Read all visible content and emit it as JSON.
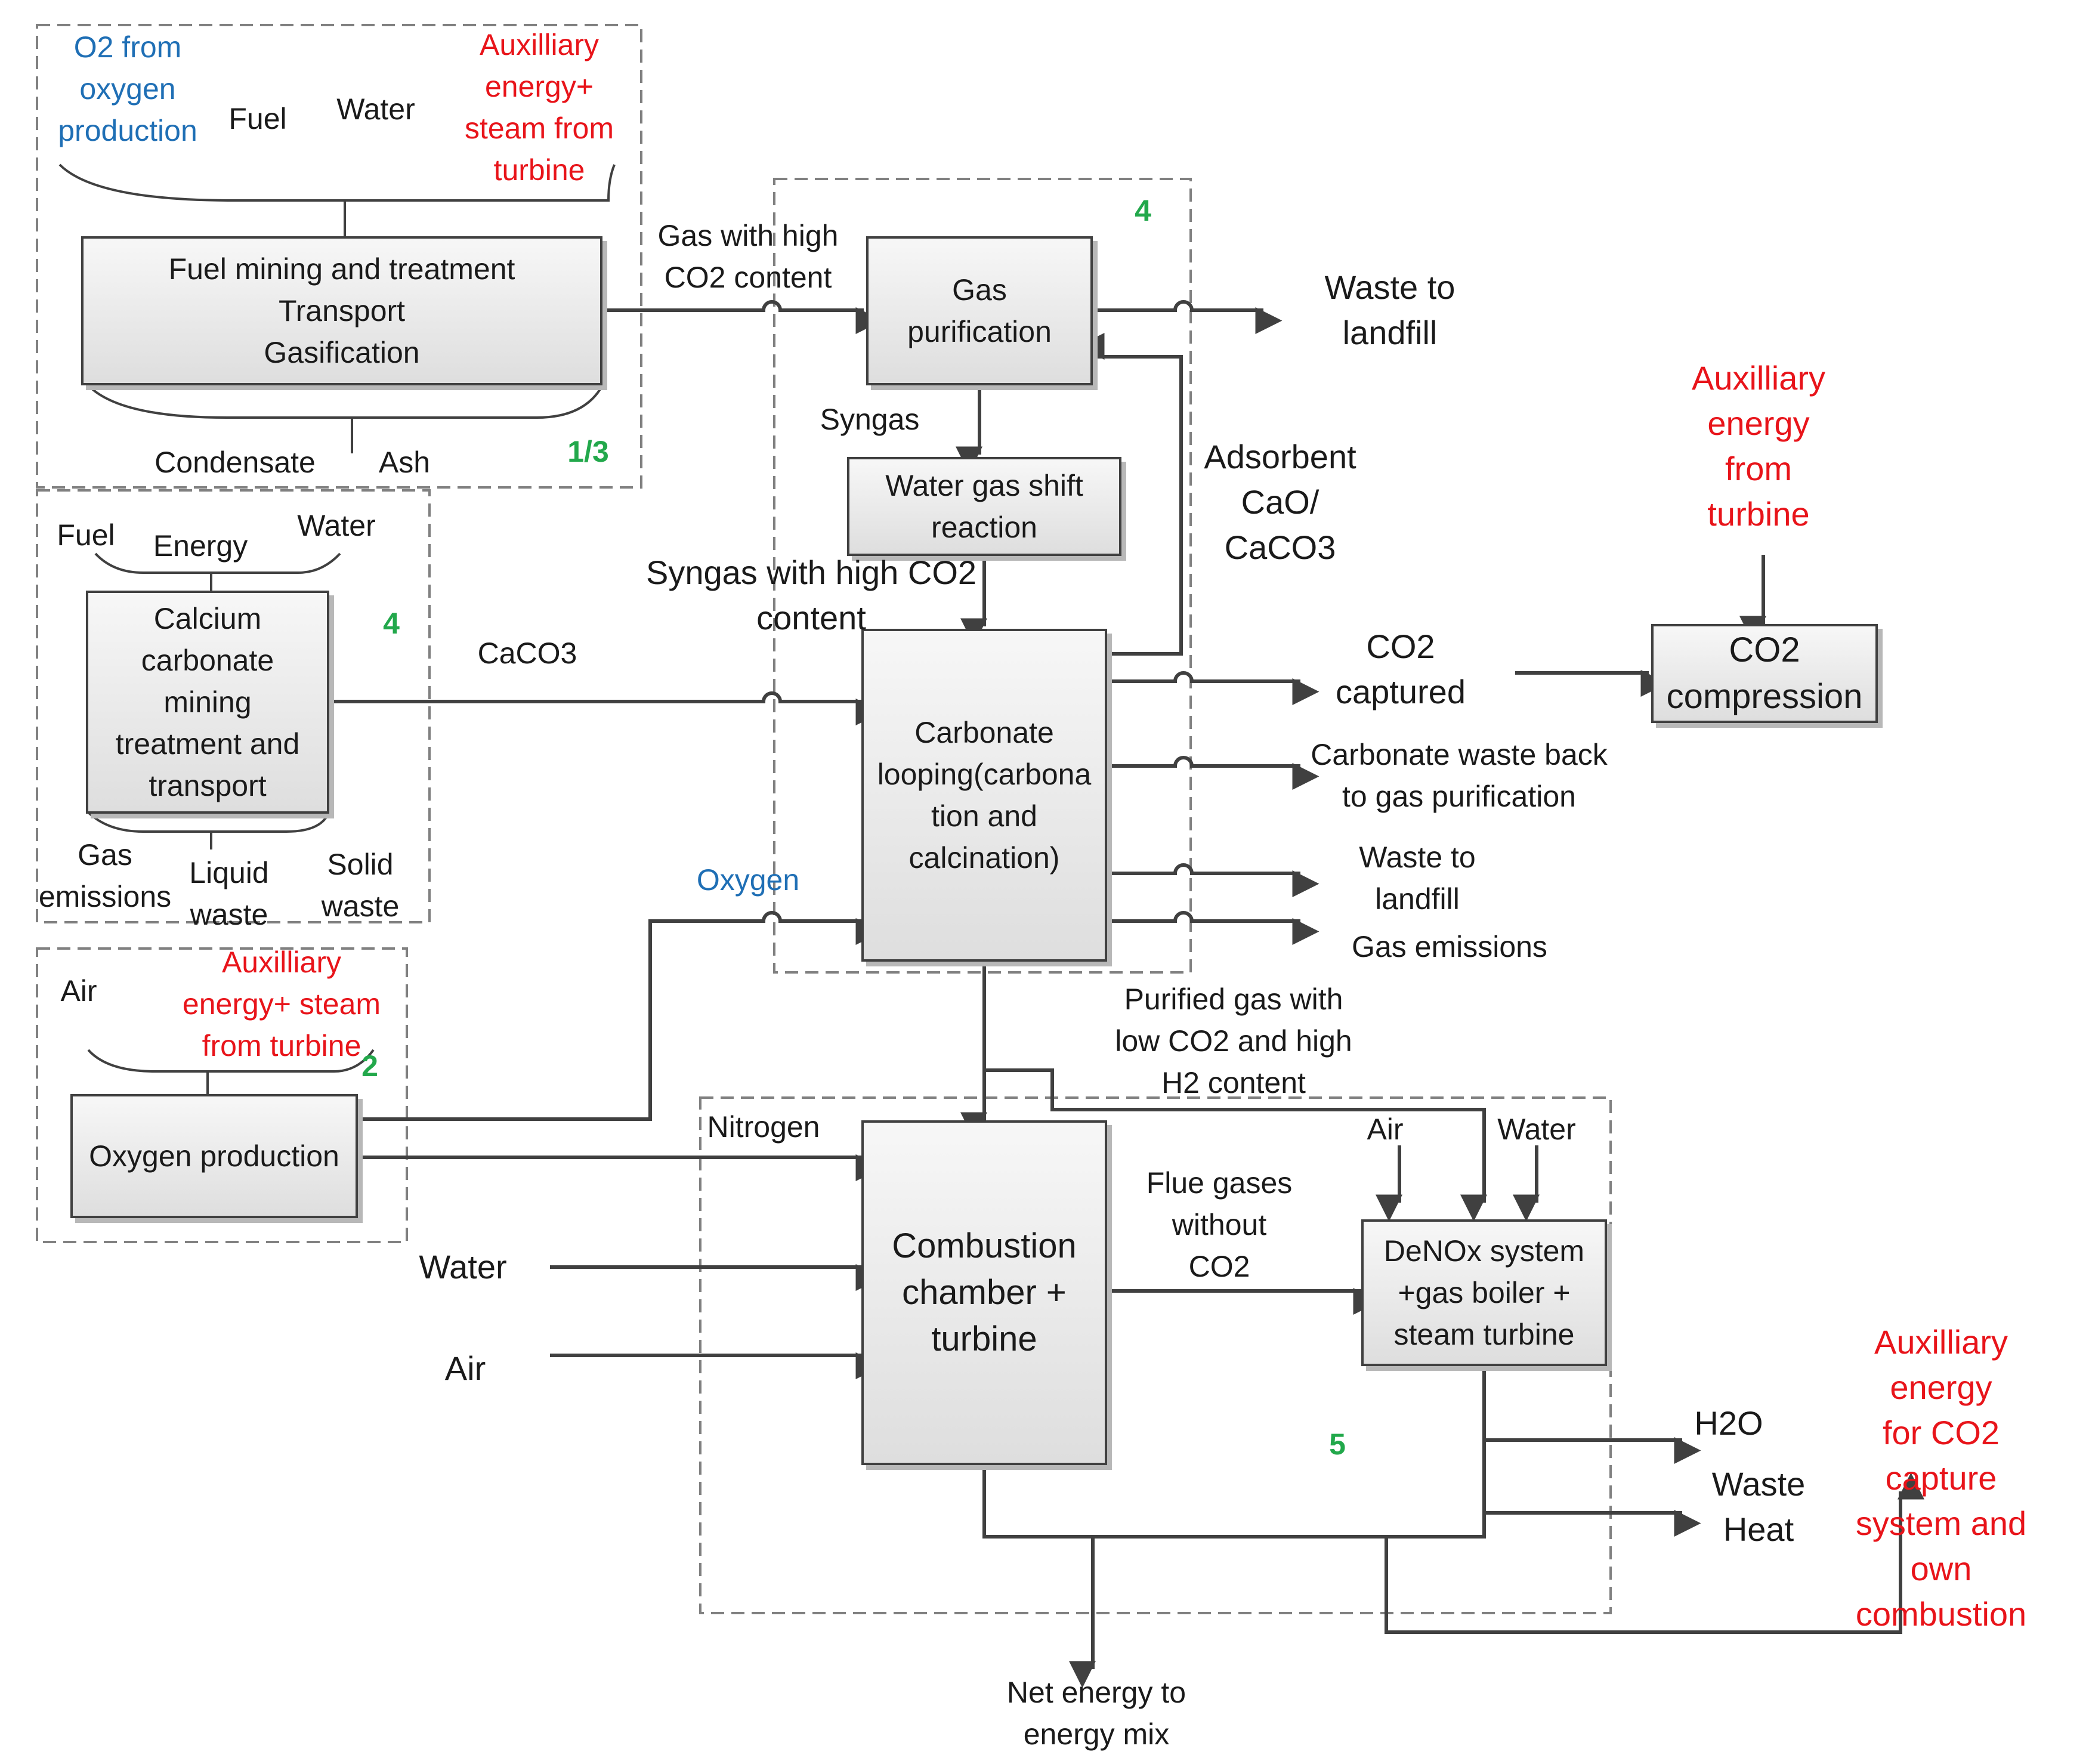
{
  "colors": {
    "line": "#404040",
    "red": "#e8141a",
    "blue": "#1f6fb5",
    "green": "#22a84b",
    "box_fill": "#e8e8e8"
  },
  "groups": {
    "g1_label": "1/3",
    "g4a_label": "4",
    "g4b_label": "4",
    "g2_label": "2",
    "g5_label": "5"
  },
  "boxes": {
    "fuel_mining": "Fuel mining and treatment\nTransport\nGasification",
    "calcium": "Calcium\ncarbonate\nmining\ntreatment and\ntransport",
    "oxygen_production": "Oxygen production",
    "gas_purification": "Gas\npurification",
    "water_gas_shift": "Water gas shift\nreaction",
    "carbonate_looping": "Carbonate\nlooping(carbona\ntion and\ncalcination)",
    "combustion": "Combustion\nchamber +\nturbine",
    "denox": "DeNOx system\n+gas boiler +\nsteam turbine",
    "co2_compression": "CO2\ncompression"
  },
  "labels": {
    "o2_from_oxygen": "O2 from\noxygen\nproduction",
    "fuel_top": "Fuel",
    "water_top": "Water",
    "aux_energy_steam_top": "Auxilliary\nenergy+\nsteam from\nturbine",
    "condensate": "Condensate",
    "ash": "Ash",
    "gas_high_co2": "Gas with high\nCO2 content",
    "waste_landfill_top": "Waste to\nlandfill",
    "syngas": "Syngas",
    "adsorbent": "Adsorbent\nCaO/\nCaCO3",
    "aux_energy_turbine": "Auxilliary\nenergy\nfrom\nturbine",
    "fuel_calcium": "Fuel",
    "energy_calcium": "Energy",
    "water_calcium": "Water",
    "caco3": "CaCO3",
    "syngas_high_co2": "Syngas with high CO2\ncontent",
    "co2_captured": "CO2\ncaptured",
    "carbonate_waste_back": "Carbonate waste back\nto gas purification",
    "waste_landfill_mid": "Waste to\nlandfill",
    "gas_emissions_right": "Gas emissions",
    "gas_emissions_left": "Gas\nemissions",
    "liquid_waste": "Liquid\nwaste",
    "solid_waste": "Solid\nwaste",
    "oxygen": "Oxygen",
    "air_oxygen": "Air",
    "aux_energy_steam_oxygen": "Auxilliary\nenergy+ steam\nfrom turbine",
    "purified_gas": "Purified gas with\nlow CO2 and high\nH2  content",
    "nitrogen": "Nitrogen",
    "air_denox": "Air",
    "water_denox": "Water",
    "flue_gases": "Flue gases\nwithout\nCO2",
    "water_left": "Water",
    "air_left": "Air",
    "h2o": "H2O",
    "waste_heat": "Waste\nHeat",
    "aux_energy_capture": "Auxilliary energy\nfor CO2 capture\nsystem and own\ncombustion",
    "net_energy": "Net energy to\nenergy mix"
  }
}
